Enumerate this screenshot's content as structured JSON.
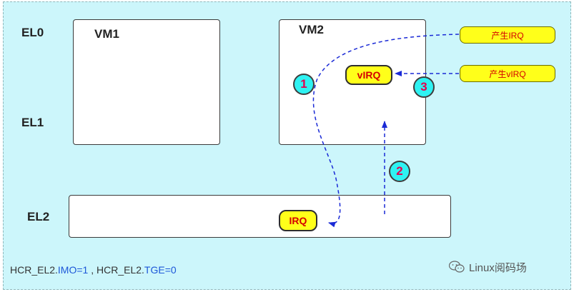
{
  "levels": {
    "el0": "EL0",
    "el1": "EL1",
    "el2": "EL2"
  },
  "vm1": {
    "title": "VM1"
  },
  "vm2": {
    "title": "VM2",
    "virq_label": "vIRQ"
  },
  "el2_box": {
    "irq_label": "IRQ"
  },
  "sources": {
    "irq": "产生IRQ",
    "virq": "产生vIRQ"
  },
  "steps": [
    "1",
    "2",
    "3"
  ],
  "footer": {
    "prefix_imo": "HCR_EL2.",
    "imo": "IMO=1",
    "sep": " , ",
    "prefix_tge": "HCR_EL2.",
    "tge": "TGE=0"
  },
  "watermark": {
    "text": "Linux阅码场",
    "icon": "wechat-icon"
  },
  "colors": {
    "background": "#ccf6fb",
    "arrow": "#1a2ad6",
    "pill": "#ffff1a",
    "step_circle": "#2ef2f2",
    "step_number": "#e3004f",
    "irq_text": "#d40000"
  }
}
